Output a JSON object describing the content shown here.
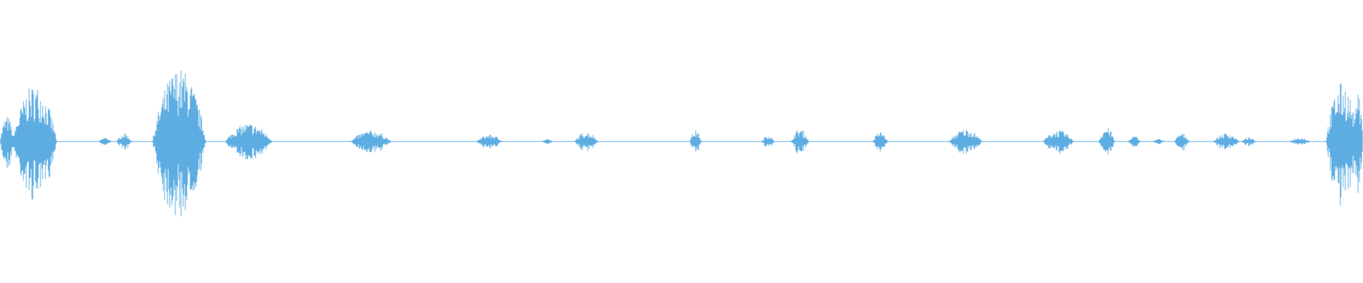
{
  "waveform": {
    "color": "#5dade2",
    "background": "#ffffff",
    "total_duration_units": 1920,
    "bursts": [
      {
        "t": 0,
        "dur": 20,
        "amp": 0.18
      },
      {
        "t": 18,
        "dur": 62,
        "amp": 0.4
      },
      {
        "t": 140,
        "dur": 16,
        "amp": 0.03
      },
      {
        "t": 165,
        "dur": 20,
        "amp": 0.06
      },
      {
        "t": 215,
        "dur": 75,
        "amp": 0.52
      },
      {
        "t": 318,
        "dur": 65,
        "amp": 0.13
      },
      {
        "t": 495,
        "dur": 55,
        "amp": 0.08
      },
      {
        "t": 672,
        "dur": 35,
        "amp": 0.05
      },
      {
        "t": 765,
        "dur": 12,
        "amp": 0.02
      },
      {
        "t": 810,
        "dur": 32,
        "amp": 0.07
      },
      {
        "t": 972,
        "dur": 16,
        "amp": 0.08
      },
      {
        "t": 1074,
        "dur": 16,
        "amp": 0.05
      },
      {
        "t": 1115,
        "dur": 24,
        "amp": 0.09
      },
      {
        "t": 1230,
        "dur": 20,
        "amp": 0.07
      },
      {
        "t": 1338,
        "dur": 45,
        "amp": 0.09
      },
      {
        "t": 1470,
        "dur": 42,
        "amp": 0.08
      },
      {
        "t": 1548,
        "dur": 22,
        "amp": 0.1
      },
      {
        "t": 1590,
        "dur": 16,
        "amp": 0.04
      },
      {
        "t": 1625,
        "dur": 14,
        "amp": 0.02
      },
      {
        "t": 1655,
        "dur": 20,
        "amp": 0.06
      },
      {
        "t": 1710,
        "dur": 35,
        "amp": 0.06
      },
      {
        "t": 1750,
        "dur": 18,
        "amp": 0.03
      },
      {
        "t": 1818,
        "dur": 26,
        "amp": 0.03
      },
      {
        "t": 1868,
        "dur": 45,
        "amp": 0.42
      },
      {
        "t": 1905,
        "dur": 15,
        "amp": 0.38
      }
    ]
  }
}
